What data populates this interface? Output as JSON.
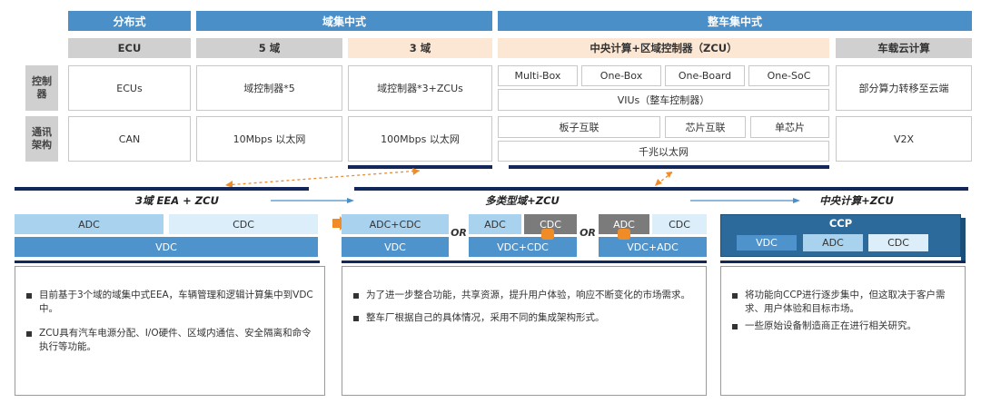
{
  "headers": {
    "distributed": "分布式",
    "domain_central": "域集中式",
    "vehicle_central": "整车集中式"
  },
  "subheaders": {
    "ecu": "ECU",
    "five": "5 域",
    "three": "3 域",
    "central_zcu": "中央计算+区域控制器（ZCU）",
    "cloud": "车载云计算"
  },
  "side_labels": {
    "controller": "控制\n器",
    "network": "通讯\n架构"
  },
  "controller_row": {
    "ecu": "ECUs",
    "five": "域控制器*5",
    "three": "域控制器*3+ZCUs",
    "multibox": "Multi-Box",
    "onebox": "One-Box",
    "oneboard": "One-Board",
    "onesoc": "One-SoC",
    "vius": "VIUs（整车控制器）",
    "cloud": "部分算力转移至云端"
  },
  "network_row": {
    "ecu": "CAN",
    "five": "10Mbps 以太网",
    "three": "100Mbps 以太网",
    "board": "板子互联",
    "chip": "芯片互联",
    "single": "单芯片",
    "gigabit": "千兆以太网",
    "cloud": "V2X"
  },
  "stages": {
    "s1": "3域 EEA + ZCU",
    "s2": "多类型域+ZCU",
    "s3": "中央计算+ZCU"
  },
  "blocks": {
    "adc": "ADC",
    "cdc": "CDC",
    "vdc": "VDC",
    "adc_cdc": "ADC+CDC",
    "vdc_cdc": "VDC+CDC",
    "vdc_adc": "VDC+ADC",
    "ccp": "CCP",
    "or": "OR"
  },
  "notes": {
    "left": [
      "目前基于3个域的域集中式EEA，车辆管理和逻辑计算集中到VDC中。",
      "ZCU具有汽车电源分配、I/O硬件、区域内通信、安全隔离和命令执行等功能。"
    ],
    "mid": [
      "为了进一步整合功能，共享资源，提升用户体验，响应不断变化的市场需求。",
      "整车厂根据自己的具体情况，采用不同的集成架构形式。"
    ],
    "right": [
      "将功能向CCP进行逐步集中，但这取决于客户需求、用户体验和目标市场。",
      "一些原始设备制造商正在进行相关研究。"
    ]
  },
  "colors": {
    "header": "#4a8fc8",
    "navy": "#13275a",
    "orange": "#f08c28",
    "light_blue": "#a9d2ee",
    "mid_blue": "#4f93cc",
    "gray": "#7b7b7b"
  }
}
